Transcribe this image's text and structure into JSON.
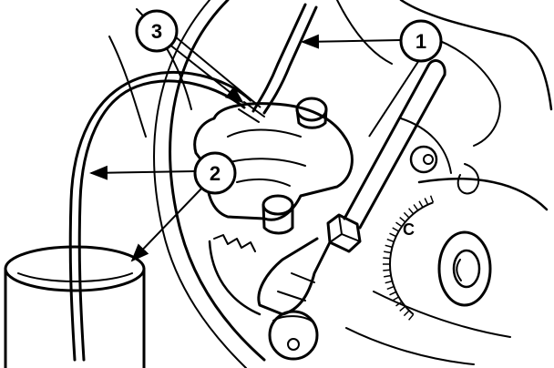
{
  "diagram": {
    "callouts": [
      {
        "id": "c1",
        "label": "1"
      },
      {
        "id": "c2",
        "label": "2"
      },
      {
        "id": "c3",
        "label": "3"
      }
    ],
    "gauge_marking": "C",
    "colors": {
      "ink": "#000000",
      "background": "#ffffff"
    }
  }
}
